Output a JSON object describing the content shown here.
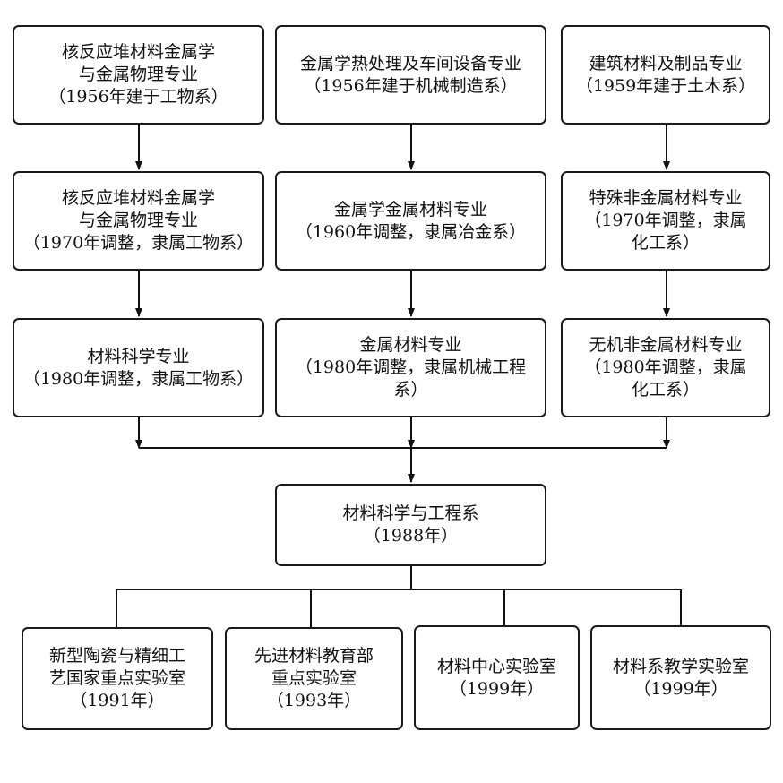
{
  "nodes": {
    "n1": {
      "lines": [
        "核反应堆材料金属学",
        "与金属物理专业",
        "（1956年建于工物系）"
      ]
    },
    "n2": {
      "lines": [
        "金属学热处理及车间设备专业",
        "（1956年建于机械制造系）"
      ]
    },
    "n3": {
      "lines": [
        "建筑材料及制品专业",
        "（1959年建于土木系）"
      ]
    },
    "n4": {
      "lines": [
        "核反应堆材料金属学",
        "与金属物理专业",
        "（1970年调整，隶属工物系）"
      ]
    },
    "n5": {
      "lines": [
        "金属学金属材料专业",
        "（1960年调整，隶属冶金系）"
      ]
    },
    "n6": {
      "lines": [
        "特殊非金属材料专业",
        "（1970年调整，隶属",
        "化工系）"
      ]
    },
    "n7": {
      "lines": [
        "材料科学专业",
        "（1980年调整，隶属工物系）"
      ]
    },
    "n8": {
      "lines": [
        "金属材料专业",
        "（1980年调整，隶属机械工程",
        "系）"
      ]
    },
    "n9": {
      "lines": [
        "无机非金属材料专业",
        "（1980年调整，隶属",
        "化工系）"
      ]
    },
    "n10": {
      "lines": [
        "材料科学与工程系",
        "（1988年）"
      ]
    },
    "n11": {
      "lines": [
        "新型陶瓷与精细工",
        "艺国家重点实验室",
        "（1991年）"
      ]
    },
    "n12": {
      "lines": [
        "先进材料教育部",
        "重点实验室",
        "（1993年）"
      ]
    },
    "n13": {
      "lines": [
        "材料中心实验室",
        "（1999年）"
      ]
    },
    "n14": {
      "lines": [
        "材料系教学实验室",
        "（1999年）"
      ]
    }
  }
}
